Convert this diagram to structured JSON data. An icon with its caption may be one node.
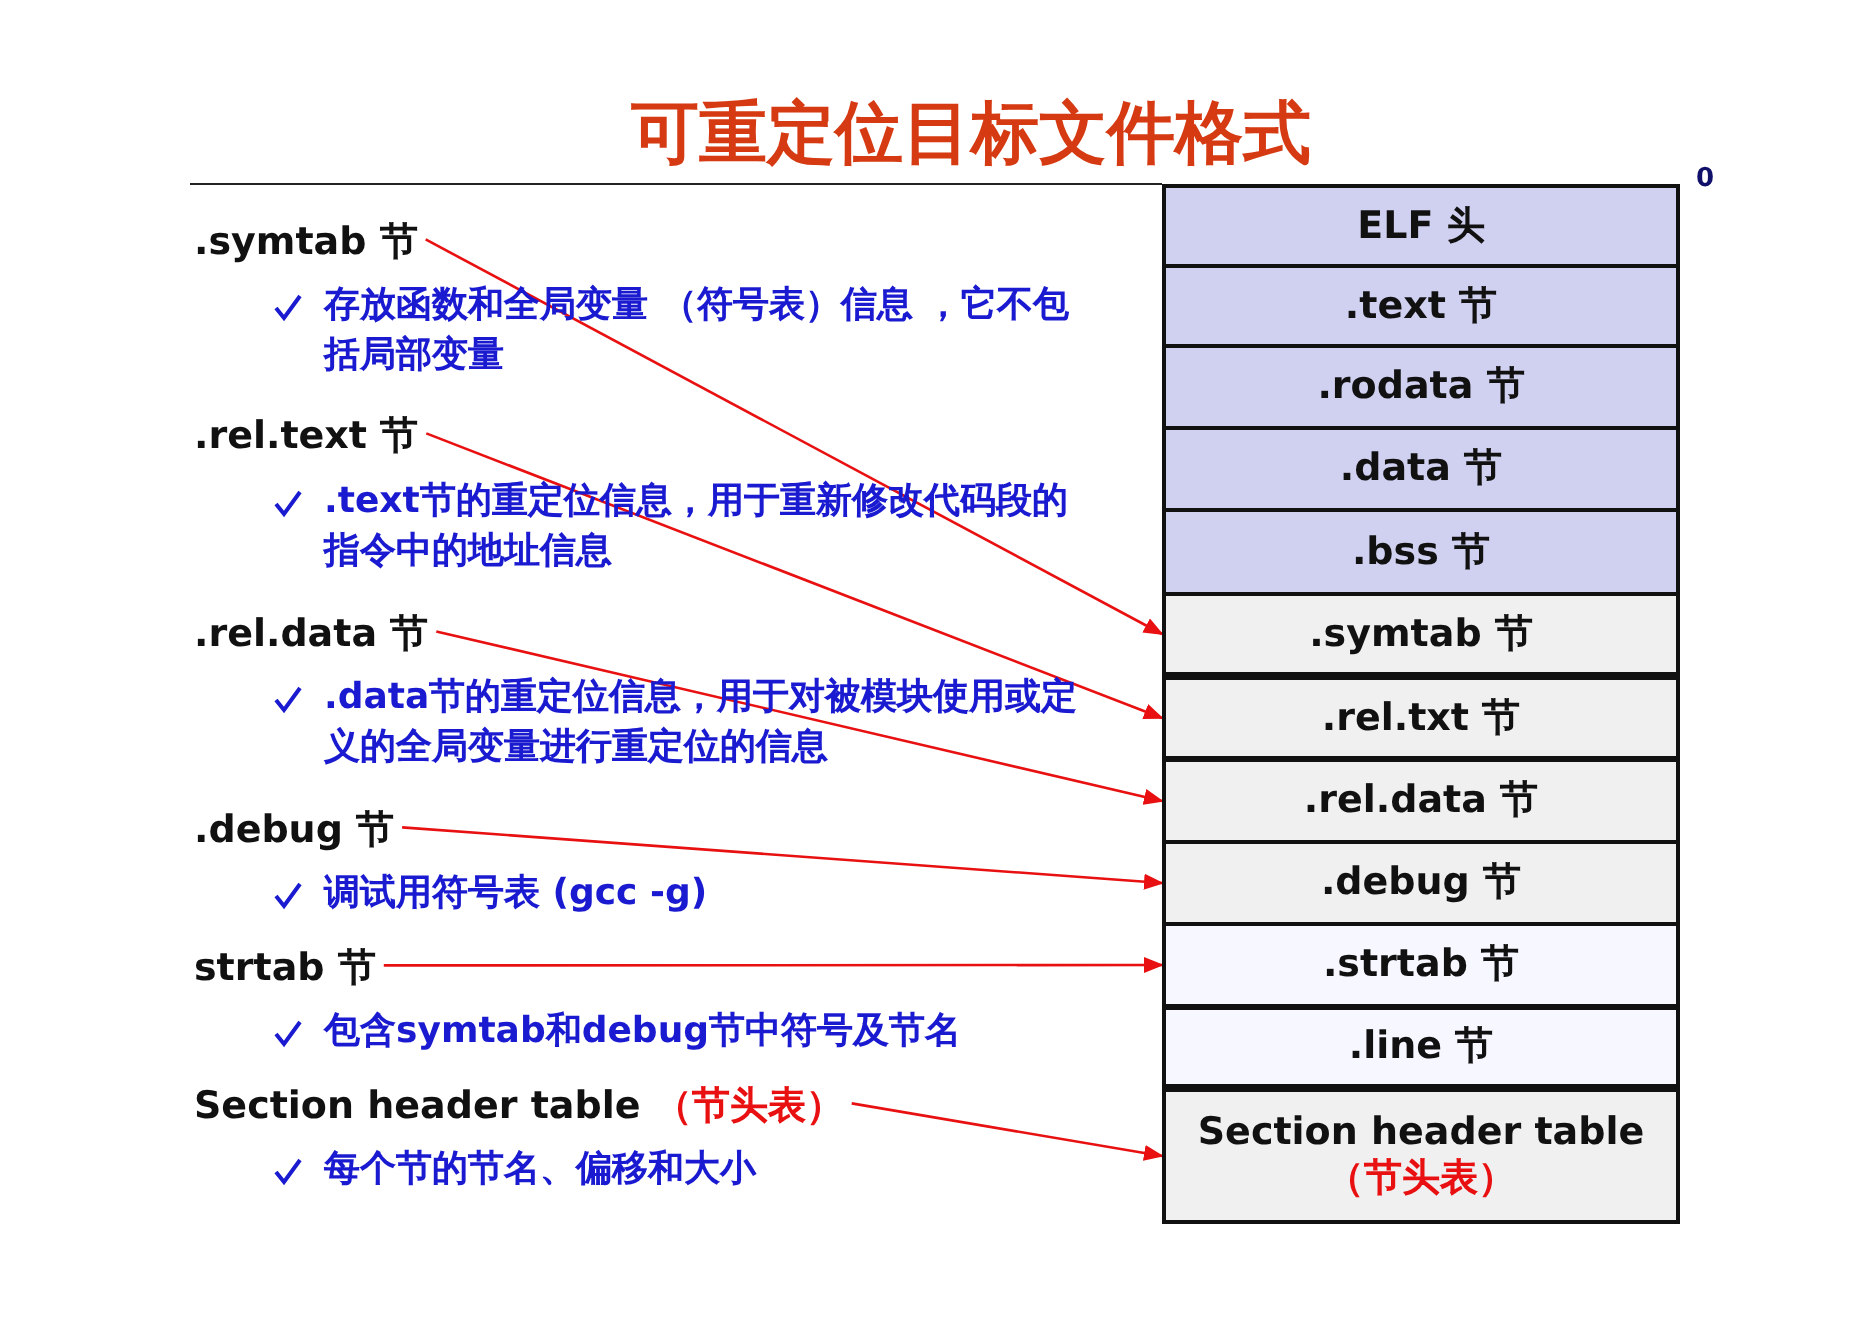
{
  "diagram": {
    "title": "可重定位目标文件格式",
    "nodes": [
      {
        "text": [
          "ELF 头"
        ]
      },
      {
        "text": [
          ".text 节"
        ]
      },
      {
        "text": [
          ".rodata 节"
        ]
      },
      {
        "text": [
          ".data 节"
        ]
      },
      {
        "text": [
          ".bss 节"
        ]
      },
      {
        "text": [
          ".symtab 节"
        ]
      },
      {
        "text": [
          ".rel.txt 节"
        ]
      },
      {
        "text": [
          ".rel.data 节"
        ]
      },
      {
        "text": [
          ".debug 节"
        ]
      },
      {
        "text": [
          ".strtab 节"
        ]
      },
      {
        "text": [
          ".line 节"
        ]
      },
      {
        "text": [
          "Section header table",
          "（节头表）"
        ]
      },
      {
        "text": [
          ".symtab 节"
        ]
      },
      {
        "text": [
          ".rel.text 节"
        ]
      },
      {
        "text": [
          ".rel.data 节"
        ]
      },
      {
        "text": [
          ".debug 节"
        ]
      },
      {
        "text": [
          "strtab 节"
        ]
      },
      {
        "text": [
          "Section header table",
          "（节头表）"
        ]
      }
    ],
    "edges": [
      {
        "from": 12,
        "to": 5,
        "arrow": "to"
      },
      {
        "from": 13,
        "to": 6,
        "arrow": "to"
      },
      {
        "from": 14,
        "to": 7,
        "arrow": "to"
      },
      {
        "from": 15,
        "to": 8,
        "arrow": "to"
      },
      {
        "from": 16,
        "to": 9,
        "arrow": "to"
      },
      {
        "from": 17,
        "to": 11,
        "arrow": "to"
      }
    ],
    "labels": [
      "0",
      "存放函数和全局变量 （符号表）信息 ，它不包括局部变量",
      ".text节的重定位信息，用于重新修改代码段的指令中的地址信息",
      ".data节的重定位信息，用于对被模块使用或定义的全局变量进行重定位的信息",
      "调试用符号表 (gcc -g)",
      "包含symtab和debug节中符号及节名",
      "每个节的节名、偏移和大小"
    ]
  }
}
